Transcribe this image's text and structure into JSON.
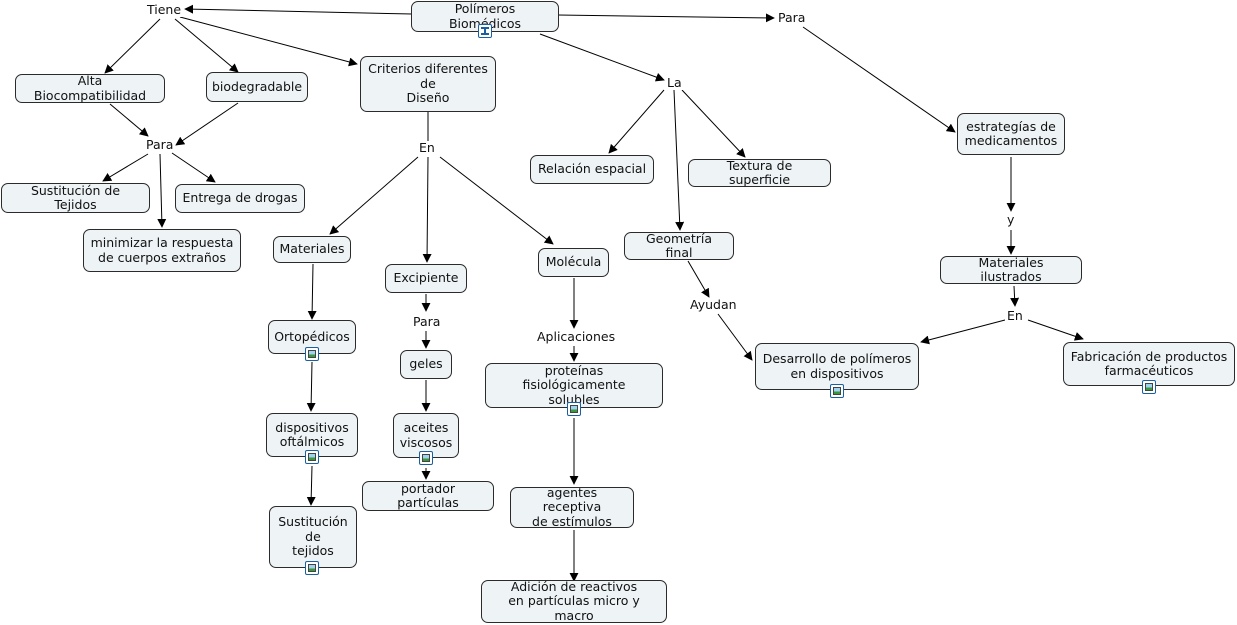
{
  "nodes": {
    "polimeros": "Polímeros Biomédicos",
    "alta_bio": "Alta Biocompatibilidad",
    "biodegradable": "biodegradable",
    "criterios": "Criterios diferentes\nde\nDiseño",
    "sustitucion_tejidos": "Sustitución de Tejidos",
    "entrega_drogas": "Entrega de drogas",
    "minimizar": "minimizar la respuesta\nde cuerpos extraños",
    "materiales": "Materiales",
    "excipiente": "Excipiente",
    "molecula": "Molécula",
    "ortopedicos": "Ortopédicos",
    "dispositivos_oft": "dispositivos\noftálmicos",
    "sustitucion_tej2": "Sustitución\nde\ntejidos",
    "geles": "geles",
    "aceites": "aceites\nviscosos",
    "portador": "portador partículas",
    "proteinas": "proteínas fisiológicamente\nsolubles",
    "agentes": "agentes receptiva\nde estímulos",
    "adicion": "Adición de reactivos\nen partículas micro y macro",
    "relacion": "Relación espacial",
    "textura": "Textura de superficie",
    "geometria": "Geometría final",
    "desarrollo": "Desarrollo de polímeros\nen dispositivos",
    "estrategias": "estrategías de\nmedicamentos",
    "mat_ilustrados": "Materiales ilustrados",
    "fabricacion": "Fabricación de productos\nfarmacéuticos"
  },
  "links": {
    "tiene": "Tiene",
    "para_top": "Para",
    "la": "La",
    "para_left": "Para",
    "en_center": "En",
    "para_exc": "Para",
    "aplicaciones": "Aplicaciones",
    "ayudan": "Ayudan",
    "y": "y",
    "en_right": "En"
  },
  "icons": {
    "map_icon": "concept-map-icon",
    "image_icon": "image-icon"
  }
}
